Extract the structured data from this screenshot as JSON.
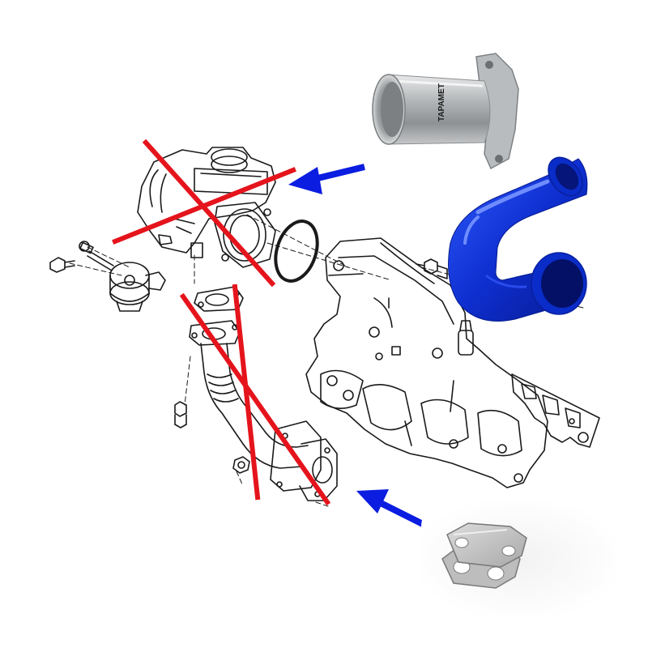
{
  "diagram": {
    "parts": [
      {
        "name": "egr-valve",
        "status": "removed"
      },
      {
        "name": "egr-cooler-pipe",
        "status": "removed"
      },
      {
        "name": "egr-solenoid"
      },
      {
        "name": "intake-manifold"
      },
      {
        "name": "manifold-gasket"
      },
      {
        "name": "o-ring-seal"
      }
    ],
    "replacement_parts": [
      {
        "name": "aluminium-intake-adapter",
        "engraving": "TAPAMET",
        "color": "#a9acae"
      },
      {
        "name": "silicone-hose-elbow",
        "color": "#1336d6"
      },
      {
        "name": "egr-blanking-plate",
        "color": "#c9c9c9"
      }
    ],
    "colors": {
      "cross_out": "#e5141c",
      "arrow": "#0b1de0",
      "line_art": "#1a1a1a"
    }
  }
}
